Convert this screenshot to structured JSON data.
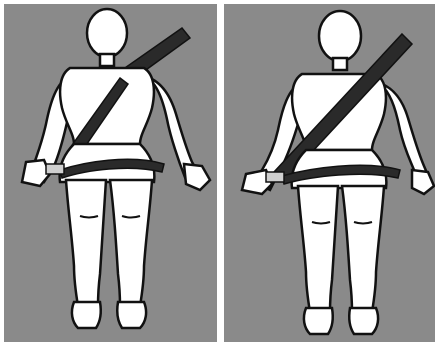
{
  "figure": {
    "panels": [
      {
        "id": "left",
        "belt_routing": "shoulder-belt-under-arm",
        "caption": ""
      },
      {
        "id": "right",
        "belt_routing": "shoulder-belt-across-chest",
        "caption": ""
      }
    ],
    "colors": {
      "background": "#8a8a8a",
      "figure_fill": "#ffffff",
      "outline": "#111111",
      "belt": "#2a2a2a",
      "buckle": "#cfcfcf"
    }
  }
}
